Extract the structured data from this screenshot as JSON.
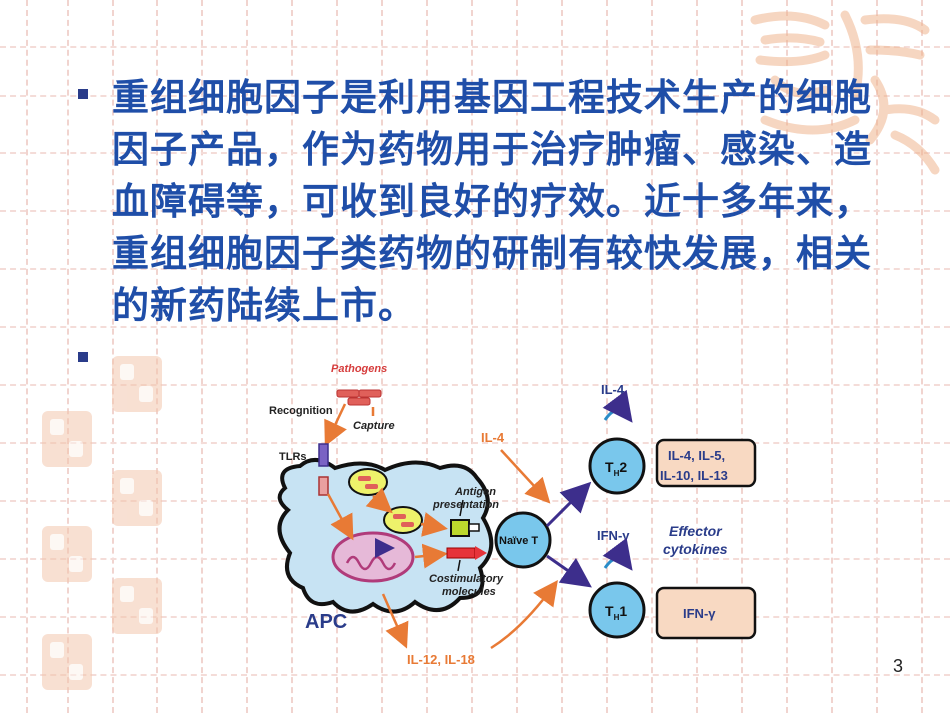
{
  "slide": {
    "paragraph": "重组细胞因子是利用基因工程技术生产的细胞因子产品，作为药物用于治疗肿瘤、感染、造血障碍等，可收到良好的疗效。近十多年来，重组细胞因子类药物的研制有较快发展，相关的新药陆续上市。",
    "page_number": "3"
  },
  "diagram": {
    "pathogens": "Pathogens",
    "recognition": "Recognition",
    "capture": "Capture",
    "tlrs": "TLRs",
    "antigen": "Antigen",
    "presentation": "presentation",
    "naive_t": "Naïve T",
    "costimulatory": "Costimulatory",
    "molecules": "molecules",
    "apc": "APC",
    "il12_il18": "IL-12, IL-18",
    "il4_left": "IL-4",
    "il4_top": "IL-4",
    "th2_main": "T",
    "th2_sub": "H",
    "th2_num": "2",
    "th1_main": "T",
    "th1_sub": "H",
    "th1_num": "1",
    "th2_cytokines_line1": "IL-4, IL-5,",
    "th2_cytokines_line2": "IL-10, IL-13",
    "ifn_gamma_label": "IFN-γ",
    "effector": "Effector",
    "cytokines": "cytokines",
    "th1_cytokine": "IFN-γ"
  },
  "colors": {
    "text_blue": "#1f4ea8",
    "bullet": "#2a3c8a",
    "arrow_orange": "#e87a35",
    "arrow_purple": "#3d2e8c",
    "cell_blue": "#c7e3f3",
    "tcell_blue": "#79c7ec",
    "box_peach": "#f8d9c2",
    "apc_text": "#2a3c8a"
  }
}
